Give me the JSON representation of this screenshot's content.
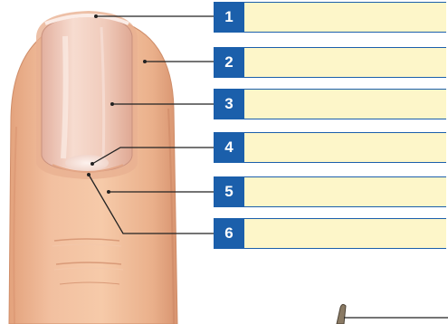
{
  "labels": [
    {
      "number": "1",
      "answer": ""
    },
    {
      "number": "2",
      "answer": ""
    },
    {
      "number": "3",
      "answer": ""
    },
    {
      "number": "4",
      "answer": ""
    },
    {
      "number": "5",
      "answer": ""
    },
    {
      "number": "6",
      "answer": ""
    }
  ],
  "colors": {
    "label_blue": "#1b5fab",
    "field_fill": "#fdf6c9",
    "skin": "#eab38f",
    "nail": "#f0c9b8",
    "leader_line": "#222222"
  }
}
